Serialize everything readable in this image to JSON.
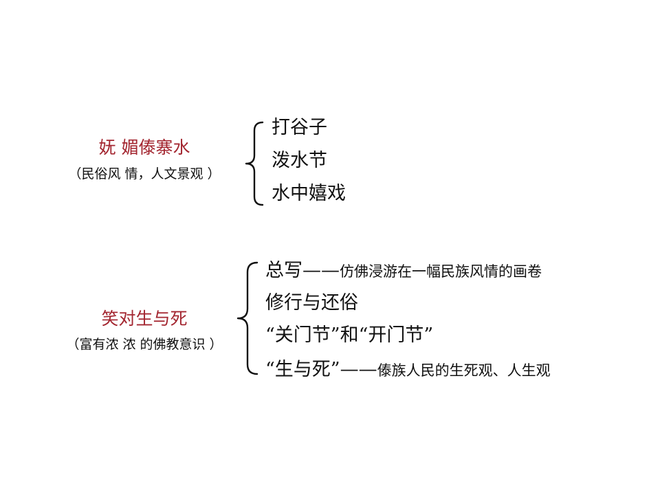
{
  "colors": {
    "title": "#a32630",
    "text": "#111111"
  },
  "groups": [
    {
      "title": "妩 媚傣寨水",
      "subtitle": "（民俗风 情，人文景观 ）",
      "items": [
        {
          "main": "打谷子",
          "detail": ""
        },
        {
          "main": "泼水节",
          "detail": ""
        },
        {
          "main": "水中嬉戏",
          "detail": ""
        }
      ]
    },
    {
      "title": "笑对生与死",
      "subtitle": "（富有浓 浓 的佛教意识 ）",
      "items": [
        {
          "main": "总写——",
          "detail": "仿佛浸游在一幅民族风情的画卷"
        },
        {
          "main": "修行与还俗",
          "detail": ""
        },
        {
          "main": "“关门节”和“开门节”",
          "detail": ""
        },
        {
          "main": "“生与死”——",
          "detail": "傣族人民的生死观、人生观"
        }
      ]
    }
  ]
}
